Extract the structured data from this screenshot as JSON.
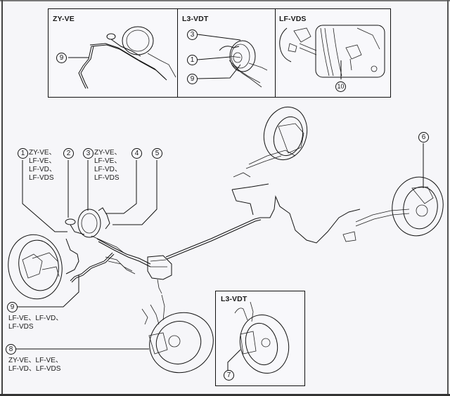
{
  "diagram": {
    "type": "brake system component location diagram",
    "inset_panels": [
      {
        "id": "panel-zy-ve",
        "title": "ZY-VE",
        "callouts": [
          "9"
        ]
      },
      {
        "id": "panel-l3-vdt",
        "title": "L3-VDT",
        "callouts": [
          "3",
          "1",
          "9"
        ]
      },
      {
        "id": "panel-lf-vds",
        "title": "LF-VDS",
        "callouts": [
          "10"
        ]
      }
    ],
    "main_callouts": [
      {
        "number": "1",
        "note": "ZY-VE、\nLF-VE、\nLF-VD、\nLF-VDS"
      },
      {
        "number": "2",
        "note": ""
      },
      {
        "number": "3",
        "note": "ZY-VE、\nLF-VE、\nLF-VD、\nLF-VDS"
      },
      {
        "number": "4",
        "note": ""
      },
      {
        "number": "5",
        "note": ""
      },
      {
        "number": "6",
        "note": ""
      },
      {
        "number": "7",
        "note": ""
      },
      {
        "number": "8",
        "note": "ZY-VE、LF-VE、\nLF-VD、LF-VDS"
      },
      {
        "number": "9",
        "note": "LF-VE、LF-VD、\nLF-VDS"
      }
    ],
    "rear_inset": {
      "title": "L3-VDT",
      "callouts": [
        "7"
      ]
    }
  },
  "labels": {
    "zy_ve": "ZY-VE",
    "l3_vdt": "L3-VDT",
    "lf_vds": "LF-VDS",
    "c1": "1",
    "c2": "2",
    "c3": "3",
    "c4": "4",
    "c5": "5",
    "c6": "6",
    "c7": "7",
    "c8": "8",
    "c9": "9",
    "c10": "10",
    "note1": "ZY-VE、\nLF-VE、\nLF-VD、\nLF-VDS",
    "note3": "ZY-VE、\nLF-VE、\nLF-VD、\nLF-VDS",
    "note9": "LF-VE、LF-VD、\nLF-VDS",
    "note8": "ZY-VE、LF-VE、\nLF-VD、LF-VDS"
  }
}
